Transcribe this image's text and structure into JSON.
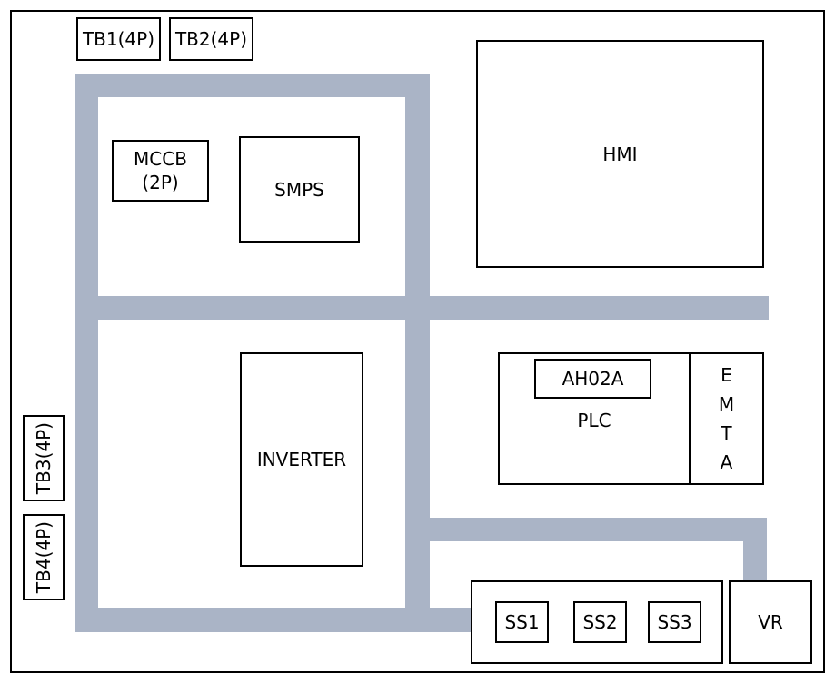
{
  "colors": {
    "duct": "#aab4c6",
    "line": "#000000",
    "background": "#ffffff"
  },
  "components": {
    "tb1": "TB1(4P)",
    "tb2": "TB2(4P)",
    "tb3": "TB3(4P)",
    "tb4": "TB4(4P)",
    "mccb_line1": "MCCB",
    "mccb_line2": "(2P)",
    "smps": "SMPS",
    "hmi": "HMI",
    "ah02a": "AH02A",
    "plc": "PLC",
    "emta": [
      "E",
      "M",
      "T",
      "A"
    ],
    "inverter": "INVERTER",
    "ss1": "SS1",
    "ss2": "SS2",
    "ss3": "SS3",
    "vr": "VR"
  }
}
